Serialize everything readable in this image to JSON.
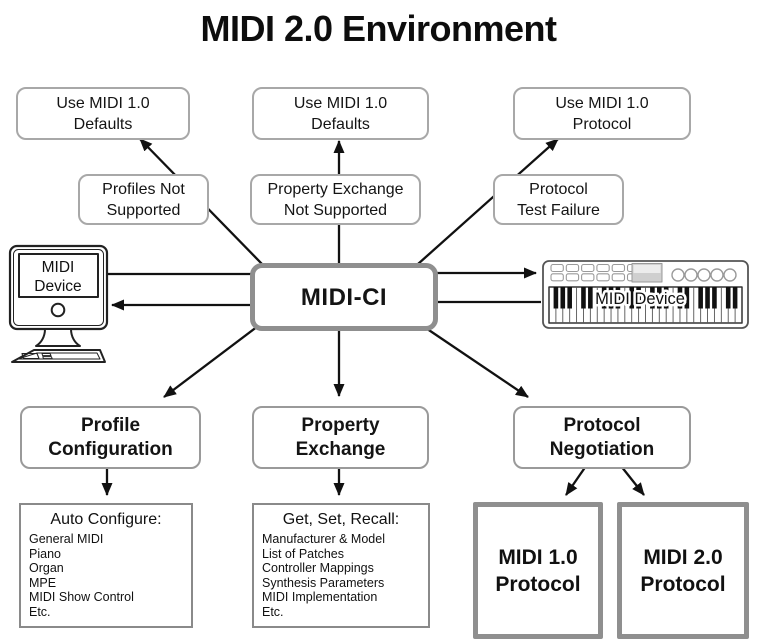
{
  "title": "MIDI 2.0 Environment",
  "nodes": {
    "use_defaults_left": "Use MIDI 1.0\nDefaults",
    "use_defaults_center": "Use MIDI 1.0\nDefaults",
    "use_protocol_right": "Use MIDI 1.0\nProtocol",
    "profiles_not_supported": "Profiles Not\nSupported",
    "property_exchange_not_supported": "Property Exchange\nNot Supported",
    "protocol_test_failure": "Protocol\nTest Failure",
    "midi_ci": "MIDI-CI",
    "profile_configuration": "Profile\nConfiguration",
    "property_exchange": "Property\nExchange",
    "protocol_negotiation": "Protocol\nNegotiation",
    "midi_1_protocol": "MIDI 1.0\nProtocol",
    "midi_2_protocol": "MIDI 2.0\nProtocol"
  },
  "devices": {
    "computer_label_line1": "MIDI",
    "computer_label_line2": "Device",
    "keyboard_label": "MIDI Device"
  },
  "lists": {
    "auto_configure": {
      "title": "Auto Configure:",
      "items": [
        "General MIDI",
        "Piano",
        "Organ",
        "MPE",
        "MIDI Show Control",
        "Etc."
      ]
    },
    "get_set_recall": {
      "title": "Get, Set, Recall:",
      "items": [
        "Manufacturer & Model",
        "List of Patches",
        "Controller Mappings",
        "Synthesis Parameters",
        "MIDI Implementation",
        "Etc."
      ]
    }
  },
  "colors": {
    "line": "#111111",
    "box_border": "#a8a8a8",
    "thick_border": "#8f8f8f",
    "text": "#111111",
    "background": "#ffffff"
  }
}
